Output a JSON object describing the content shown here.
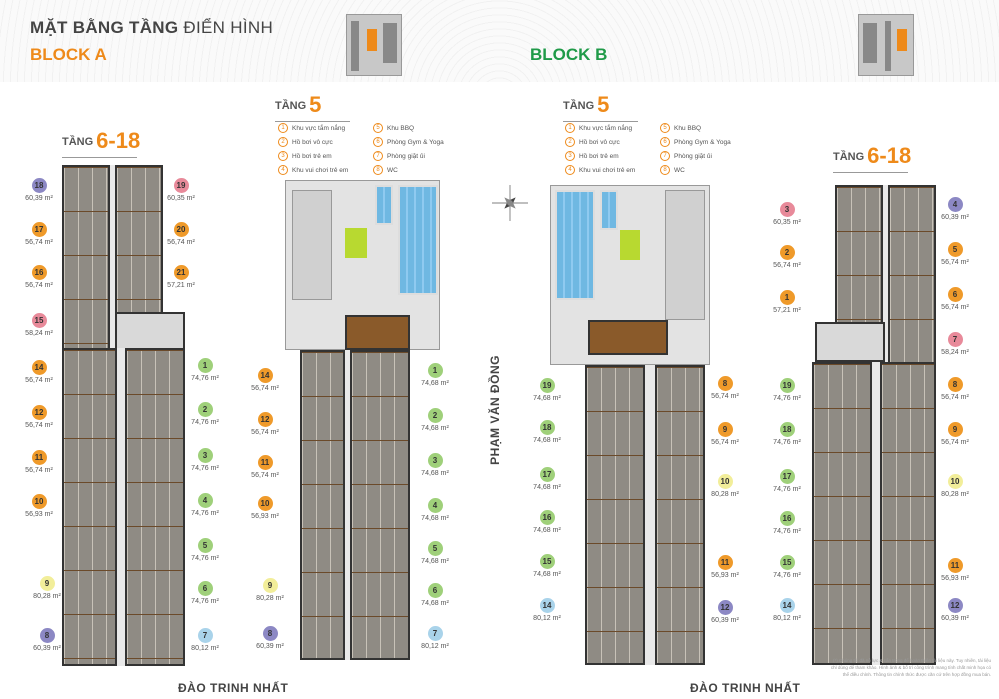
{
  "header": {
    "title_bold": "MẶT BẰNG TẦNG",
    "title_light": "ĐIỂN HÌNH",
    "block_a": "BLOCK A",
    "block_b": "BLOCK B",
    "block_a_color": "#ee8a1a",
    "block_b_color": "#1f9a48"
  },
  "floor_typical": {
    "prefix": "TẦNG",
    "number": "6-18"
  },
  "floor_5": {
    "prefix": "TẦNG",
    "number": "5"
  },
  "legend": [
    {
      "n": "1",
      "label": "Khu vực tắm nắng"
    },
    {
      "n": "5",
      "label": "Khu BBQ"
    },
    {
      "n": "2",
      "label": "Hồ bơi vô cực"
    },
    {
      "n": "6",
      "label": "Phòng Gym & Yoga"
    },
    {
      "n": "3",
      "label": "Hồ bơi trẻ em"
    },
    {
      "n": "7",
      "label": "Phòng giặt ủi"
    },
    {
      "n": "4",
      "label": "Khu vui chơi trẻ em"
    },
    {
      "n": "8",
      "label": "WC"
    }
  ],
  "colors": {
    "purple": "#8c88c4",
    "pink": "#e88a9a",
    "orange": "#ef9a2a",
    "green": "#9fd07a",
    "yellow": "#f2ee9a",
    "blue": "#a9d3ea"
  },
  "block_a_typical": [
    {
      "n": "18",
      "area": "60,39",
      "c": "purple"
    },
    {
      "n": "17",
      "area": "56,74",
      "c": "orange"
    },
    {
      "n": "16",
      "area": "56,74",
      "c": "orange"
    },
    {
      "n": "15",
      "area": "58,24",
      "c": "pink"
    },
    {
      "n": "14",
      "area": "56,74",
      "c": "orange"
    },
    {
      "n": "12",
      "area": "56,74",
      "c": "orange"
    },
    {
      "n": "11",
      "area": "56,74",
      "c": "orange"
    },
    {
      "n": "10",
      "area": "56,93",
      "c": "orange"
    },
    {
      "n": "9",
      "area": "80,28",
      "c": "yellow"
    },
    {
      "n": "8",
      "area": "60,39",
      "c": "purple"
    },
    {
      "n": "19",
      "area": "60,35",
      "c": "pink"
    },
    {
      "n": "20",
      "area": "56,74",
      "c": "orange"
    },
    {
      "n": "21",
      "area": "57,21",
      "c": "orange"
    },
    {
      "n": "1",
      "area": "74,76",
      "c": "green"
    },
    {
      "n": "2",
      "area": "74,76",
      "c": "green"
    },
    {
      "n": "3",
      "area": "74,76",
      "c": "green"
    },
    {
      "n": "4",
      "area": "74,76",
      "c": "green"
    },
    {
      "n": "5",
      "area": "74,76",
      "c": "green"
    },
    {
      "n": "6",
      "area": "74,76",
      "c": "green"
    },
    {
      "n": "7",
      "area": "80,12",
      "c": "blue"
    }
  ],
  "block_a_floor5": [
    {
      "n": "14",
      "area": "56,74",
      "c": "orange"
    },
    {
      "n": "12",
      "area": "56,74",
      "c": "orange"
    },
    {
      "n": "11",
      "area": "56,74",
      "c": "orange"
    },
    {
      "n": "10",
      "area": "56,93",
      "c": "orange"
    },
    {
      "n": "9",
      "area": "80,28",
      "c": "yellow"
    },
    {
      "n": "8",
      "area": "60,39",
      "c": "purple"
    },
    {
      "n": "1",
      "area": "74,68",
      "c": "green"
    },
    {
      "n": "2",
      "area": "74,68",
      "c": "green"
    },
    {
      "n": "3",
      "area": "74,68",
      "c": "green"
    },
    {
      "n": "4",
      "area": "74,68",
      "c": "green"
    },
    {
      "n": "5",
      "area": "74,68",
      "c": "green"
    },
    {
      "n": "6",
      "area": "74,68",
      "c": "green"
    },
    {
      "n": "7",
      "area": "80,12",
      "c": "blue"
    }
  ],
  "block_b_floor5": [
    {
      "n": "19",
      "area": "74,68",
      "c": "green"
    },
    {
      "n": "18",
      "area": "74,68",
      "c": "green"
    },
    {
      "n": "17",
      "area": "74,68",
      "c": "green"
    },
    {
      "n": "16",
      "area": "74,68",
      "c": "green"
    },
    {
      "n": "15",
      "area": "74,68",
      "c": "green"
    },
    {
      "n": "14",
      "area": "80,12",
      "c": "blue"
    },
    {
      "n": "8",
      "area": "56,74",
      "c": "orange"
    },
    {
      "n": "9",
      "area": "56,74",
      "c": "orange"
    },
    {
      "n": "10",
      "area": "80,28",
      "c": "yellow"
    },
    {
      "n": "11",
      "area": "56,93",
      "c": "orange"
    },
    {
      "n": "12",
      "area": "60,39",
      "c": "purple"
    }
  ],
  "block_b_typical": [
    {
      "n": "3",
      "area": "60,35",
      "c": "pink"
    },
    {
      "n": "2",
      "area": "56,74",
      "c": "orange"
    },
    {
      "n": "1",
      "area": "57,21",
      "c": "orange"
    },
    {
      "n": "19",
      "area": "74,76",
      "c": "green"
    },
    {
      "n": "18",
      "area": "74,76",
      "c": "green"
    },
    {
      "n": "17",
      "area": "74,76",
      "c": "green"
    },
    {
      "n": "16",
      "area": "74,76",
      "c": "green"
    },
    {
      "n": "15",
      "area": "74,76",
      "c": "green"
    },
    {
      "n": "14",
      "area": "80,12",
      "c": "blue"
    },
    {
      "n": "4",
      "area": "60,39",
      "c": "purple"
    },
    {
      "n": "5",
      "area": "56,74",
      "c": "orange"
    },
    {
      "n": "6",
      "area": "56,74",
      "c": "orange"
    },
    {
      "n": "7",
      "area": "58,24",
      "c": "pink"
    },
    {
      "n": "8",
      "area": "56,74",
      "c": "orange"
    },
    {
      "n": "9",
      "area": "56,74",
      "c": "orange"
    },
    {
      "n": "10",
      "area": "80,28",
      "c": "yellow"
    },
    {
      "n": "11",
      "area": "56,93",
      "c": "orange"
    },
    {
      "n": "12",
      "area": "60,39",
      "c": "purple"
    }
  ],
  "area_unit": "m²",
  "streets": {
    "bottom": "ĐÀO TRINH NHẤT",
    "side": "PHẠM VĂN ĐỒNG"
  },
  "note": "(*) Chúng tôi đã nỗ lực & cẩn trọng để hoàn thiện tài liệu này. Tuy nhiên, tài liệu chỉ dùng để tham khảo. Hình ảnh & bố trí công trình mang tính chất minh họa có thể điều chỉnh. Thông tin chính thức được căn cứ trên hợp đồng mua bán."
}
